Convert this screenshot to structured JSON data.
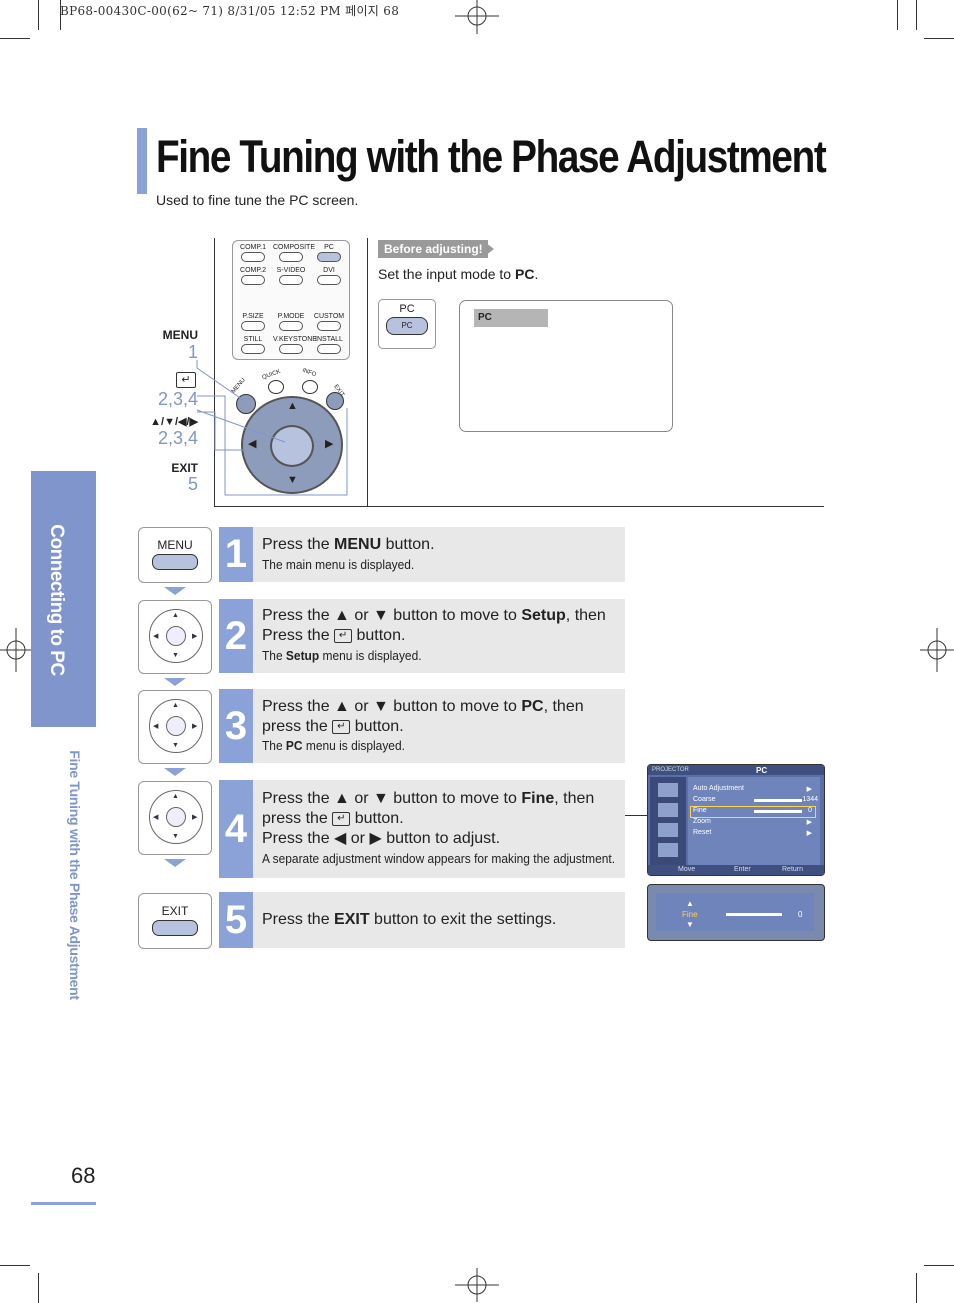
{
  "print_line": "BP68-00430C-00(62~ 71)  8/31/05  12:52 PM 페이지 68",
  "sidebar": {
    "section": "Connecting to PC",
    "chapter": "Fine Tuning with the Phase Adjustment"
  },
  "page": {
    "title": "Fine Tuning with the Phase Adjustment",
    "subtitle": "Used to fine tune the PC screen.",
    "number": "68"
  },
  "remote": {
    "buttons": [
      "COMP.1",
      "COMPOSITE",
      "PC",
      "COMP.2",
      "S-VIDEO",
      "DVI",
      "P.SIZE",
      "P.MODE",
      "CUSTOM",
      "STILL",
      "V.KEYSTONE",
      "INSTALL"
    ],
    "small_buttons": [
      "MENU",
      "QUICK",
      "INFO",
      "EXIT"
    ],
    "callouts": [
      {
        "label": "MENU",
        "num": "1"
      },
      {
        "label": "↵",
        "num": "2,3,4"
      },
      {
        "label": "▲/▼/◀/▶",
        "num": "2,3,4"
      },
      {
        "label": "EXIT",
        "num": "5"
      }
    ]
  },
  "before": {
    "tag": "Before adjusting!",
    "text_pre": "Set the input mode to ",
    "text_bold": "PC",
    "text_post": ".",
    "button_label": "PC",
    "screen_label": "PC"
  },
  "steps": [
    {
      "n": "1",
      "icon": "MENU",
      "main_html": "Press the <b>MENU</b> button.",
      "sub_html": "The main menu is displayed."
    },
    {
      "n": "2",
      "icon": "",
      "main_html": "Press the ▲ or ▼ button to move to <b>Setup</b>, then<br>Press the <span class=\"enter-ico\">↵</span> button.",
      "sub_html": "The <b>Setup</b> menu is displayed."
    },
    {
      "n": "3",
      "icon": "",
      "main_html": "Press the ▲ or ▼ button to move to <b>PC</b>, then<br>press the <span class=\"enter-ico\">↵</span> button.",
      "sub_html": "The <b>PC</b> menu is displayed."
    },
    {
      "n": "4",
      "icon": "",
      "main_html": "Press the ▲ or ▼ button to move to <b>Fine</b>, then<br>press the <span class=\"enter-ico\">↵</span> button.<br>Press the ◀ or ▶ button to adjust.",
      "sub_html": "A separate adjustment window appears for making the adjustment."
    },
    {
      "n": "5",
      "icon": "EXIT",
      "main_html": "Press the <b>EXIT</b> button to exit the settings.",
      "sub_html": ""
    }
  ],
  "osd": {
    "brand": "PROJECTOR",
    "title": "PC",
    "items": [
      {
        "label": "Auto Adjustment",
        "value": "",
        "arrow": "▶"
      },
      {
        "label": "Coarse",
        "value": "1344",
        "arrow": ""
      },
      {
        "label": "Fine",
        "value": "0",
        "arrow": ""
      },
      {
        "label": "Zoom",
        "value": "",
        "arrow": "▶"
      },
      {
        "label": "Reset",
        "value": "",
        "arrow": "▶"
      }
    ],
    "footer": {
      "move": "Move",
      "enter": "Enter",
      "return": "Return"
    }
  },
  "osd2": {
    "label": "Fine",
    "value": "0"
  },
  "colors": {
    "accent": "#8aa2d8",
    "sidebar": "#7f95cc",
    "box": "#e8e8e8"
  }
}
